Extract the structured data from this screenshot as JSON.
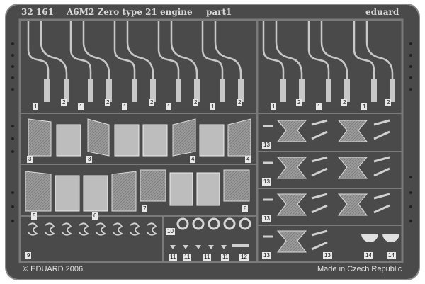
{
  "header": {
    "catalog": "32 161",
    "title": "A6M2 Zero type 21 engine",
    "part": "part1",
    "brand": "eduard"
  },
  "footer": {
    "copyright": "© EDUARD 2006",
    "origin": "Made in Czech Republic"
  },
  "colors": {
    "fret_outer": "#4a4a4a",
    "fret_frame": "#6a6a6a",
    "part_metal": "#b8b8b8",
    "part_dark": "#2a2a2a"
  },
  "part_labels": [
    {
      "id": "p1a",
      "text": "1"
    },
    {
      "id": "p2a",
      "text": "2"
    },
    {
      "id": "p1b",
      "text": "1"
    },
    {
      "id": "p2b",
      "text": "2"
    },
    {
      "id": "p1c",
      "text": "1"
    },
    {
      "id": "p2c",
      "text": "2"
    },
    {
      "id": "p1d",
      "text": "1"
    },
    {
      "id": "p2d",
      "text": "2"
    },
    {
      "id": "p1e",
      "text": "1"
    },
    {
      "id": "p2e",
      "text": "2"
    },
    {
      "id": "p1f",
      "text": "1"
    },
    {
      "id": "p2f",
      "text": "2"
    },
    {
      "id": "p1g",
      "text": "1"
    },
    {
      "id": "p2g",
      "text": "2"
    },
    {
      "id": "p1h",
      "text": "1"
    },
    {
      "id": "p2h",
      "text": "2"
    },
    {
      "id": "p3a",
      "text": "3"
    },
    {
      "id": "p3b",
      "text": "3"
    },
    {
      "id": "p4a",
      "text": "4"
    },
    {
      "id": "p4b",
      "text": "4"
    },
    {
      "id": "p5a",
      "text": "5"
    },
    {
      "id": "p6a",
      "text": "6"
    },
    {
      "id": "p7a",
      "text": "7"
    },
    {
      "id": "p8a",
      "text": "8"
    },
    {
      "id": "p9a",
      "text": "9"
    },
    {
      "id": "p10a",
      "text": "10"
    },
    {
      "id": "p11a",
      "text": "11"
    },
    {
      "id": "p11b",
      "text": "11"
    },
    {
      "id": "p11c",
      "text": "11"
    },
    {
      "id": "p11d",
      "text": "11"
    },
    {
      "id": "p12a",
      "text": "12"
    },
    {
      "id": "p13a",
      "text": "13"
    },
    {
      "id": "p13b",
      "text": "13"
    },
    {
      "id": "p13c",
      "text": "13"
    },
    {
      "id": "p13d",
      "text": "13"
    },
    {
      "id": "p13e",
      "text": "13"
    },
    {
      "id": "p14a",
      "text": "14"
    },
    {
      "id": "p14b",
      "text": "14"
    }
  ]
}
